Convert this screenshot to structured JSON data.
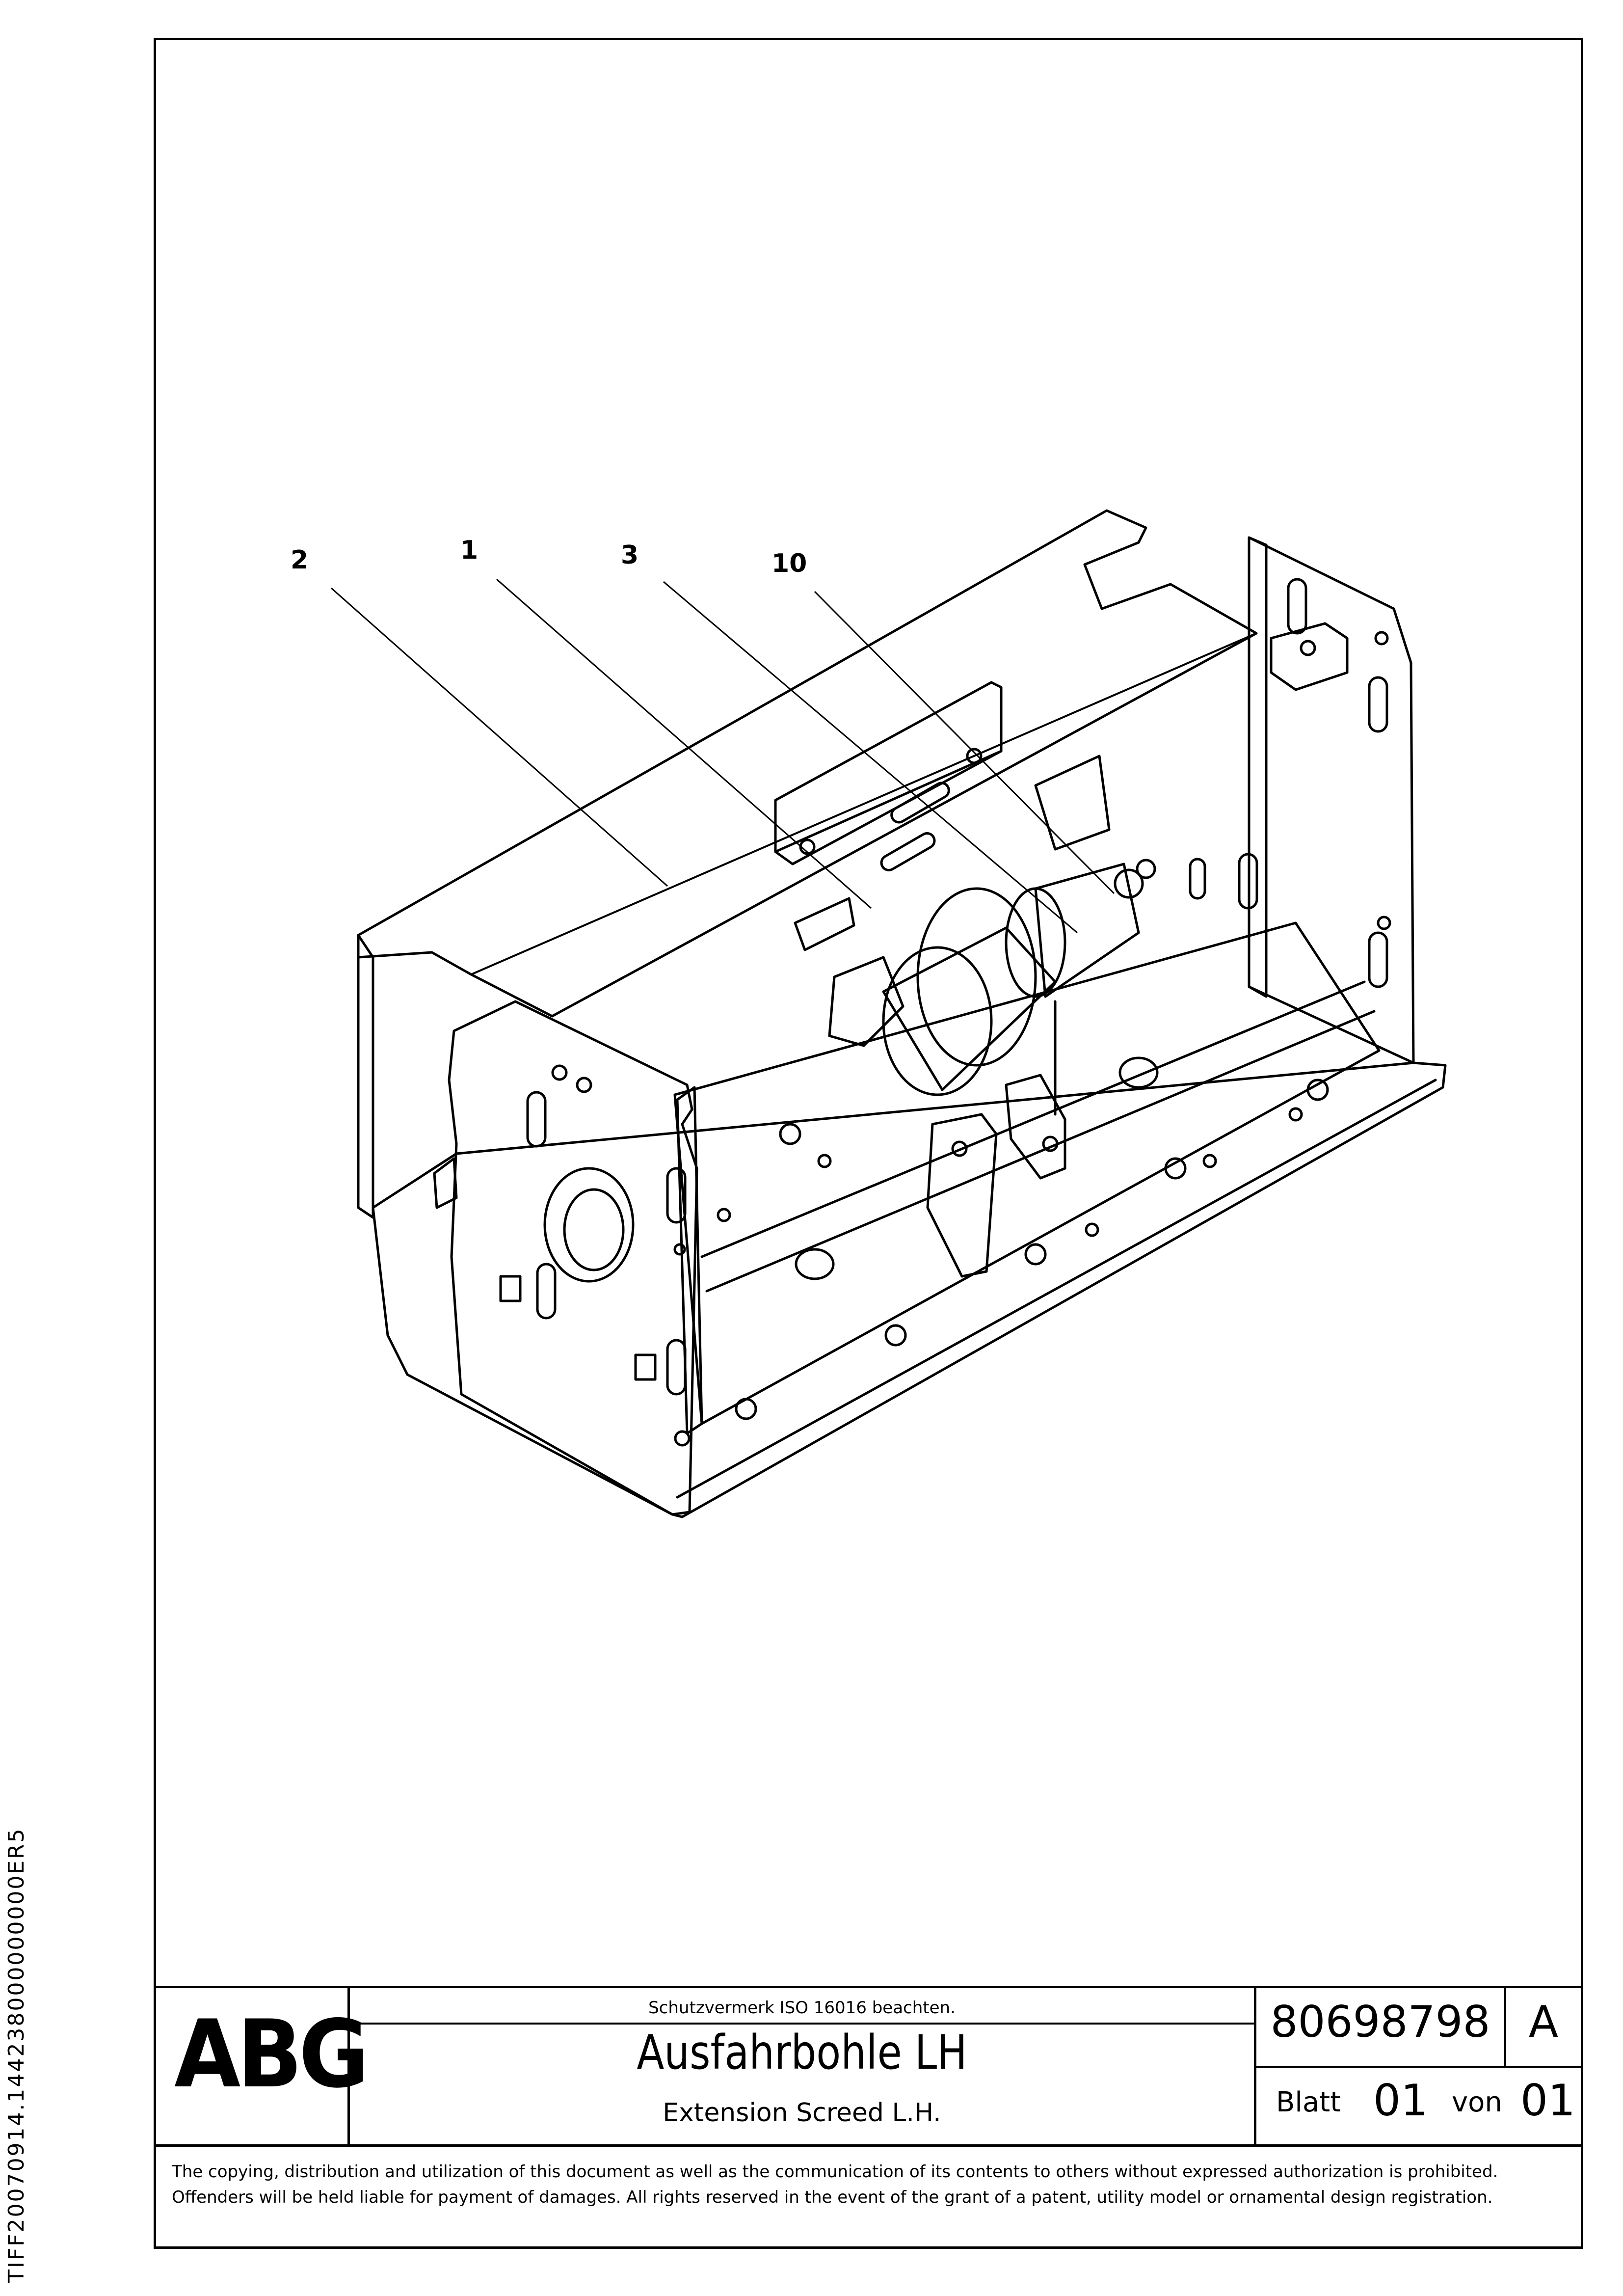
{
  "drawing": {
    "callouts": [
      "2",
      "1",
      "3",
      "10"
    ]
  },
  "side_text": "TIFF20070914.144238000000000ER5",
  "title_block": {
    "logo": "ABG",
    "protection_note": "Schutzvermerk ISO 16016 beachten.",
    "title_de": "Ausfahrbohle LH",
    "title_en": "Extension Screed L.H.",
    "document_number": "80698798",
    "revision": "A",
    "sheet_label": "Blatt",
    "sheet_number": "01",
    "of_label": "von",
    "sheet_total": "01"
  },
  "notice": "The copying, distribution and utilization of this document as well as the communication of its contents to others without expressed authorization is prohibited. Offenders will be held liable for payment of damages. All rights reserved in the event of the grant of a patent, utility model or ornamental design registration."
}
